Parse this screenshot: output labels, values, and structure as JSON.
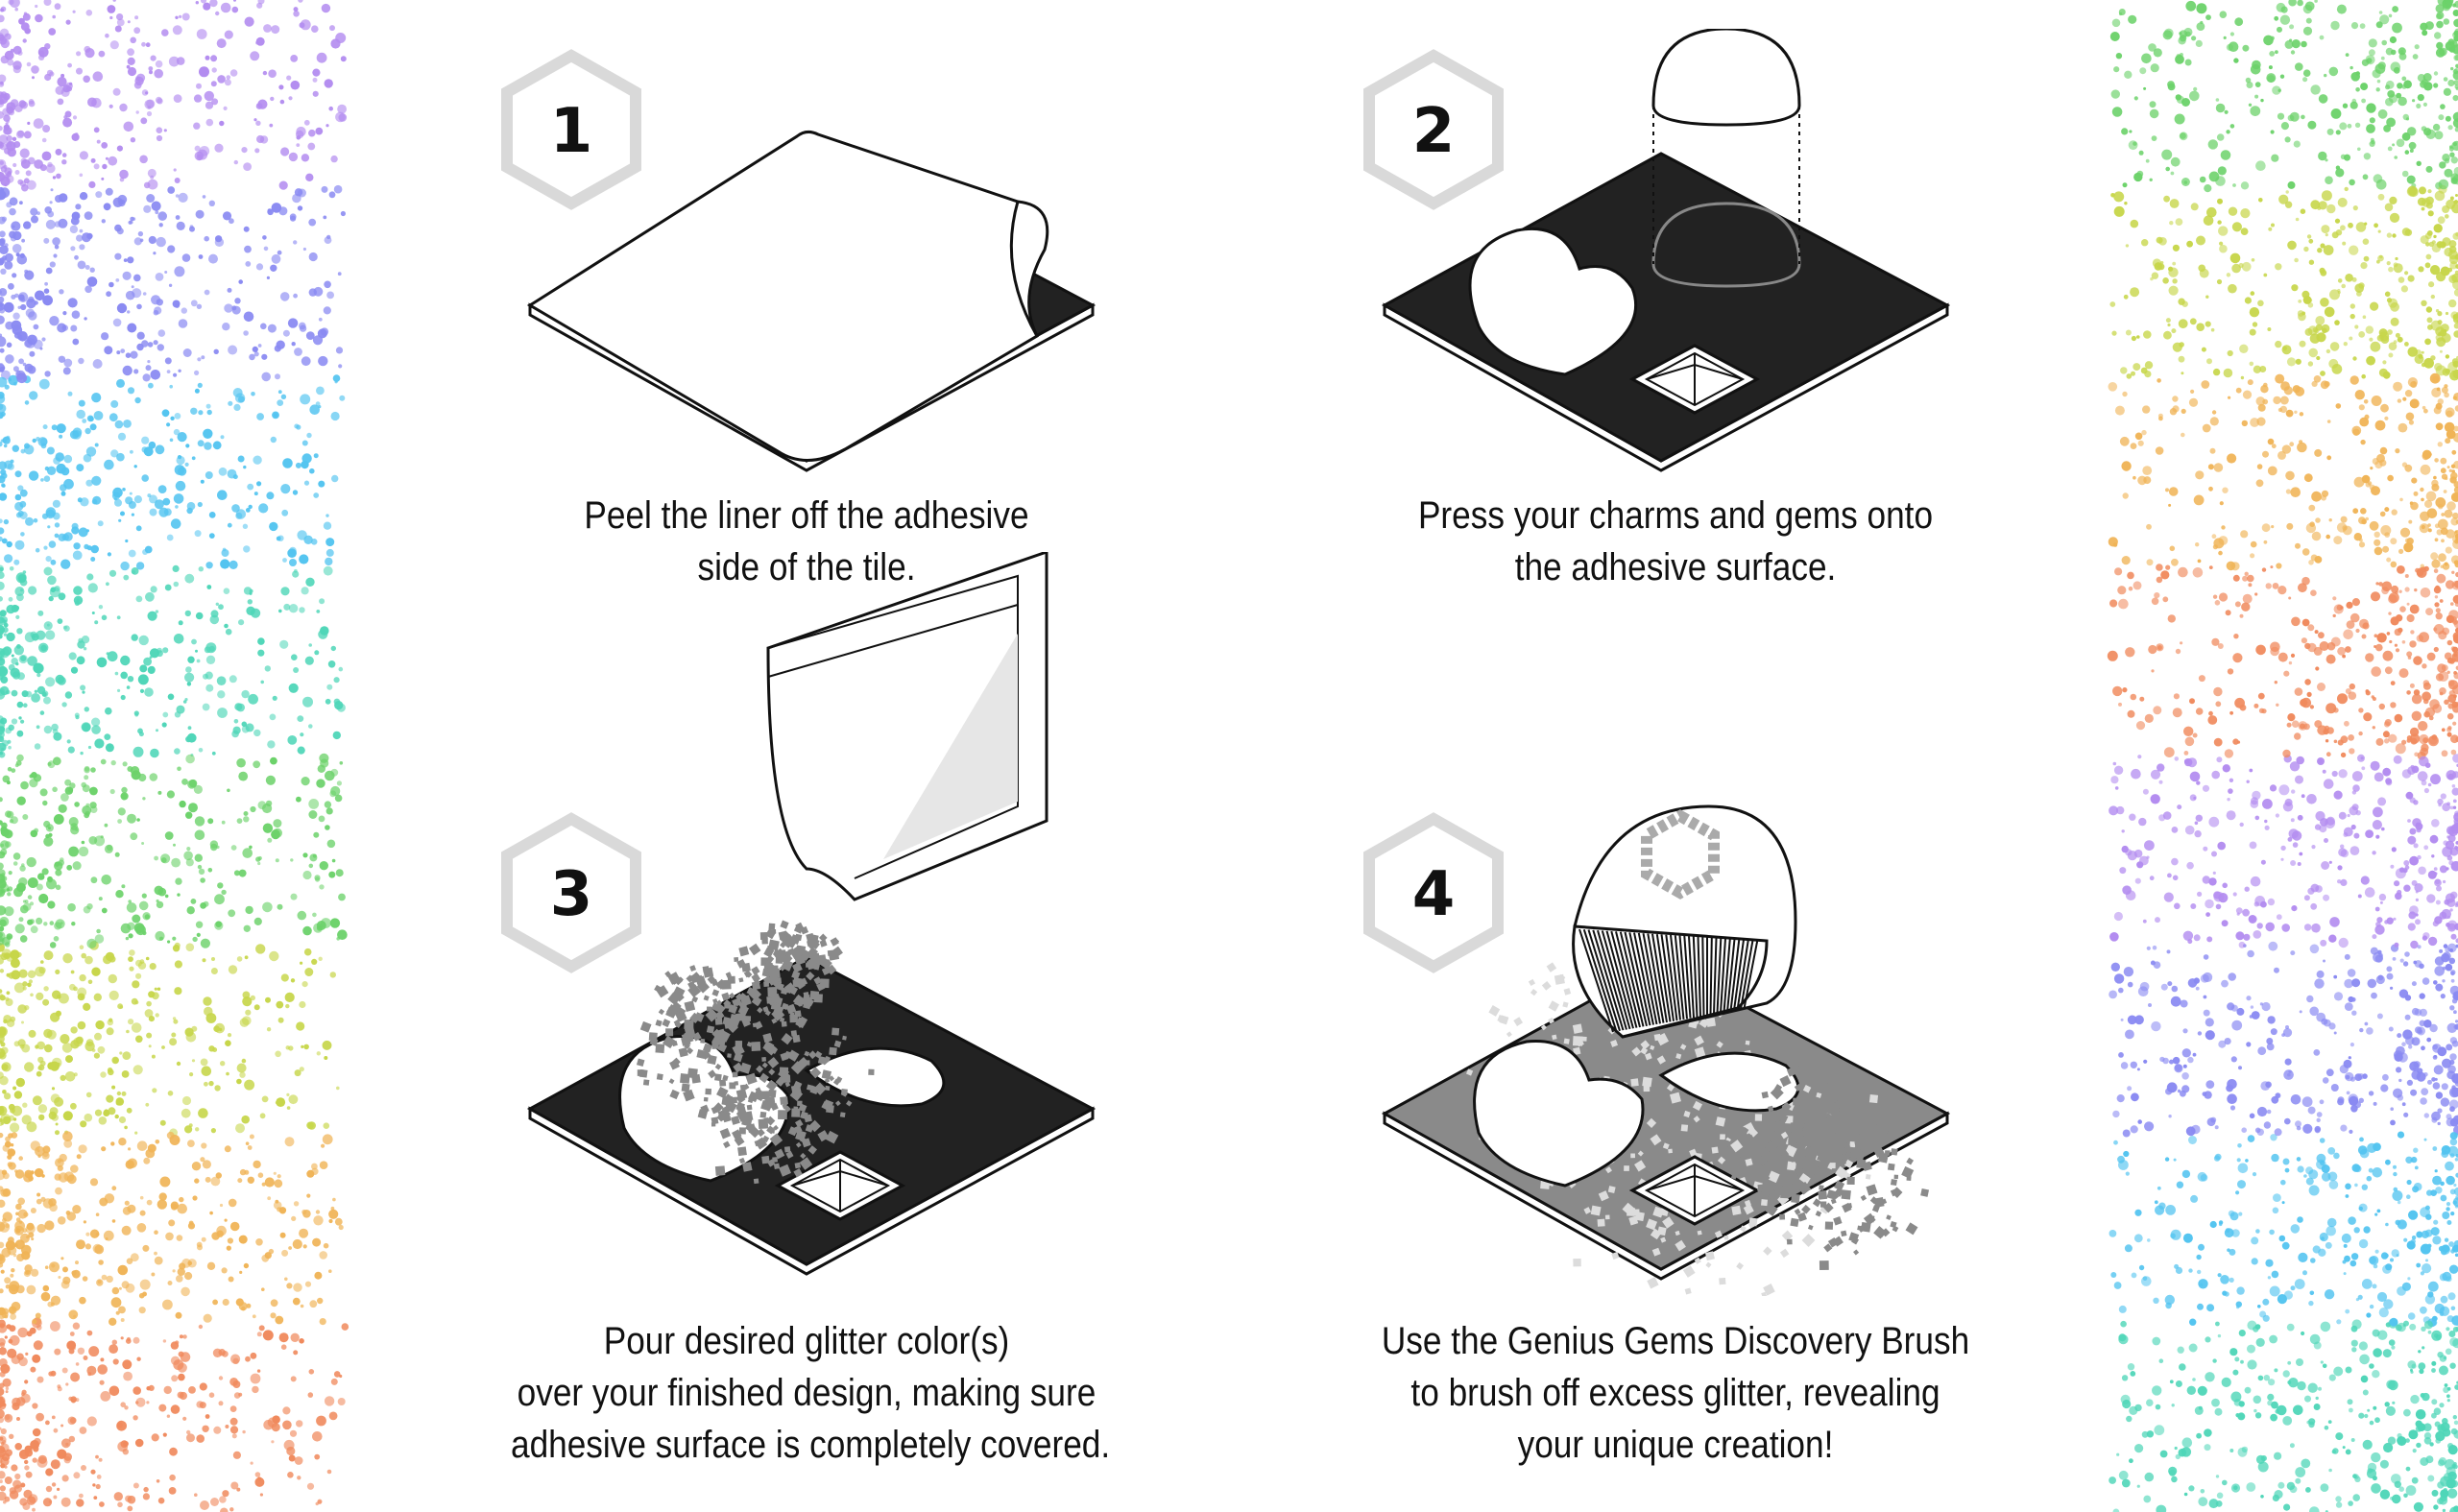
{
  "colors": {
    "tile": "#222222",
    "liner": "#ffffff",
    "glitter_grey": "#8a8a8a",
    "badge_hex": "#d9d9d9",
    "rainbow": [
      "#b38cf0",
      "#8a8af2",
      "#53c4f0",
      "#4fd6b8",
      "#6cd26a",
      "#c7d64a",
      "#f0b457",
      "#f08a5d"
    ]
  },
  "steps": [
    {
      "number": "1",
      "icon": "peel-liner-icon",
      "caption_lines": [
        "Peel the liner off the adhesive",
        "side of the tile."
      ]
    },
    {
      "number": "2",
      "icon": "place-charms-icon",
      "caption_lines": [
        "Press your charms and gems onto",
        "the adhesive surface."
      ]
    },
    {
      "number": "3",
      "icon": "pour-glitter-icon",
      "caption_lines": [
        "Pour desired glitter color(s)",
        "over your finished design, making sure",
        "adhesive surface is completely covered."
      ]
    },
    {
      "number": "4",
      "icon": "brush-glitter-icon",
      "caption_lines": [
        "Use the Genius Gems Discovery Brush",
        "to brush off excess glitter, revealing",
        "your unique creation!"
      ]
    }
  ]
}
